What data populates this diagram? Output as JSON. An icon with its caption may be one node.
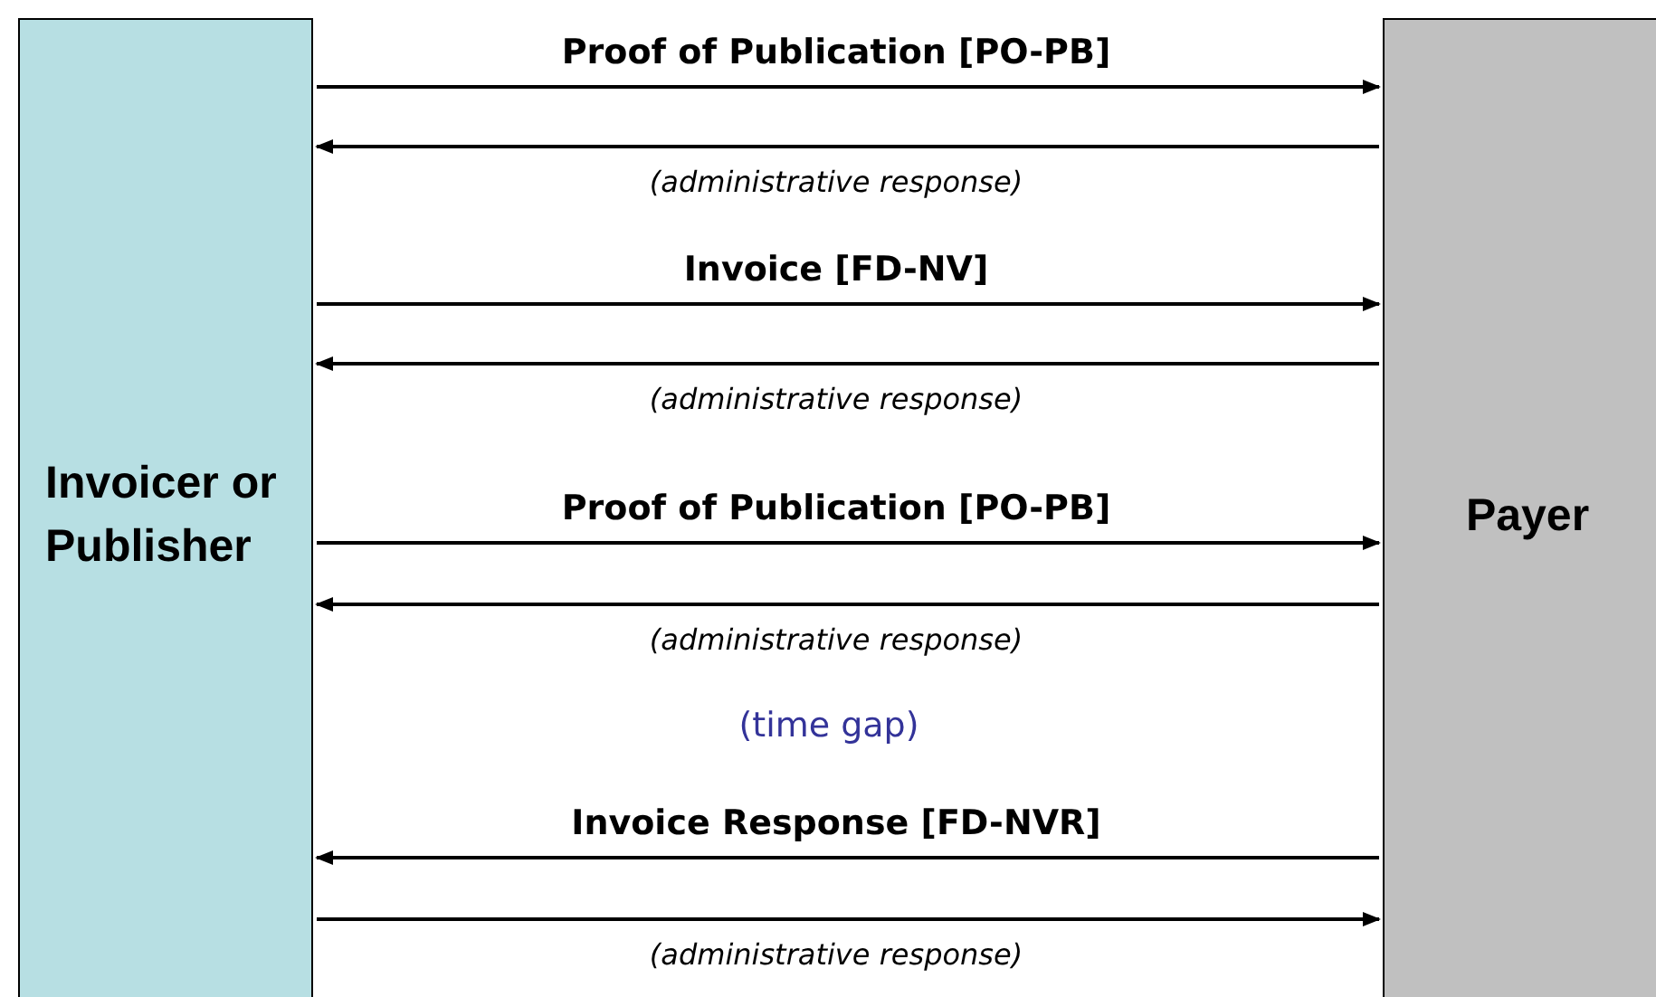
{
  "diagram": {
    "nodes": [
      {
        "text": [
          "Invoicer or Publisher"
        ]
      },
      {
        "text": [
          "Payer"
        ]
      }
    ],
    "edges": [
      {
        "from": 0,
        "to": 1,
        "arrow": "to",
        "label": "Proof of Publication [PO-PB]"
      },
      {
        "from": 1,
        "to": 0,
        "arrow": "to",
        "label": "(administrative response)"
      },
      {
        "from": 0,
        "to": 1,
        "arrow": "to",
        "label": "Invoice [FD-NV]"
      },
      {
        "from": 1,
        "to": 0,
        "arrow": "to",
        "label": "(administrative response)"
      },
      {
        "from": 0,
        "to": 1,
        "arrow": "to",
        "label": "Proof of Publication [PO-PB]"
      },
      {
        "from": 1,
        "to": 0,
        "arrow": "to",
        "label": "(administrative response)"
      },
      {
        "from": 1,
        "to": 0,
        "arrow": "to",
        "label": "Invoice Response [FD-NVR]"
      },
      {
        "from": 0,
        "to": 1,
        "arrow": "to",
        "label": "(administrative response)"
      }
    ],
    "labels": [
      "(time gap)"
    ]
  }
}
